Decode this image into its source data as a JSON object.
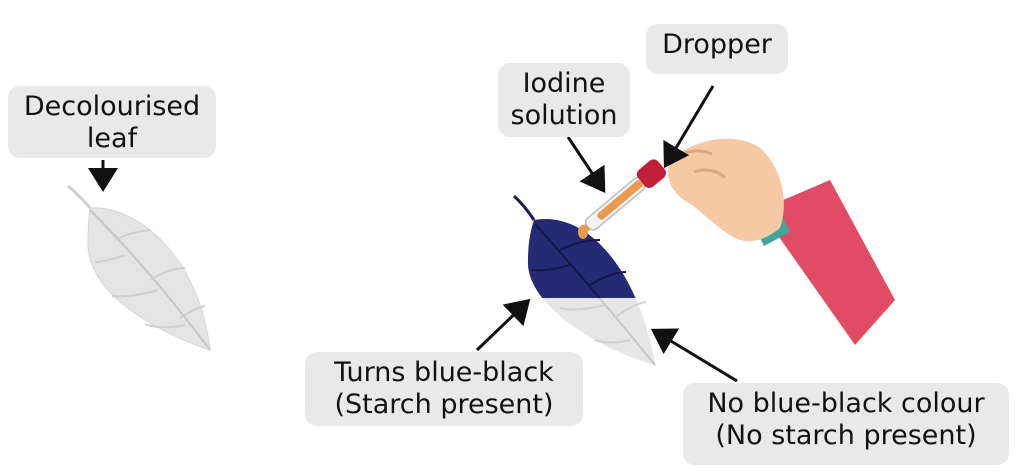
{
  "labels": {
    "decolourised": {
      "line1": "Decolourised",
      "line2": "leaf"
    },
    "iodine": {
      "line1": "Iodine",
      "line2": "solution"
    },
    "dropper": {
      "line1": "Dropper"
    },
    "blue_black": {
      "line1": "Turns blue-black",
      "line2": "(Starch present)"
    },
    "no_blue": {
      "line1": "No blue-black colour",
      "line2": "(No starch present)"
    }
  },
  "colors": {
    "label_bg": "#e9e9e9",
    "leaf_fill": "#e4e4e4",
    "leaf_vein": "#c9c9c9",
    "starch_blue": "#252a74",
    "iodine_orange": "#e89a4e",
    "sleeve": "#e14b63",
    "skin": "#f5c9a4",
    "arrow": "#111111"
  },
  "icons": [
    "decolourised-leaf-icon",
    "stained-leaf-icon",
    "dropper-icon",
    "hand-icon"
  ]
}
